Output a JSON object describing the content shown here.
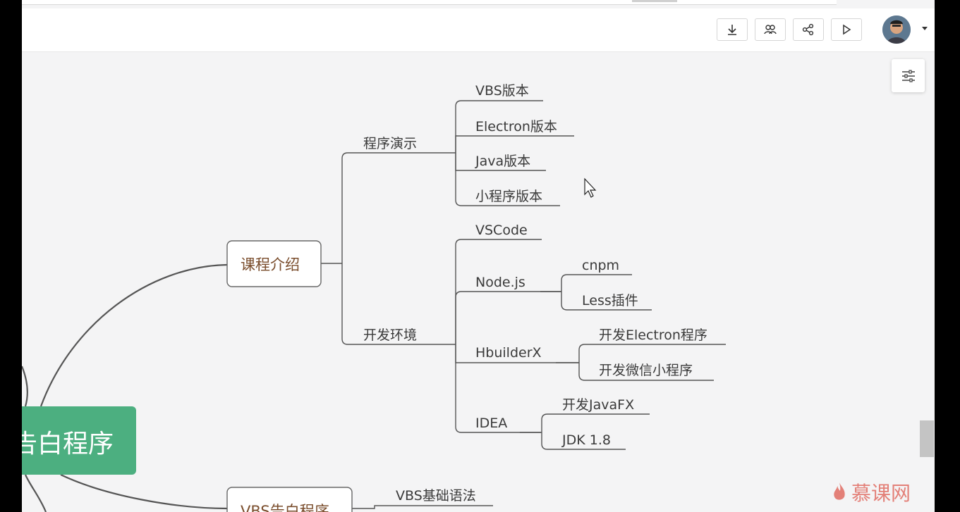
{
  "toolbar": {
    "buttons": [
      {
        "name": "download-button",
        "icon": "download-icon"
      },
      {
        "name": "collaborate-button",
        "icon": "users-icon"
      },
      {
        "name": "share-button",
        "icon": "share-icon"
      },
      {
        "name": "present-button",
        "icon": "play-icon"
      }
    ],
    "avatar_icon": "avatar-caret-icon",
    "settings_icon": "sliders-icon"
  },
  "mindmap": {
    "root": "告白程序",
    "topic1": {
      "label": "课程介绍",
      "sub1": {
        "label": "程序演示",
        "items": [
          "VBS版本",
          "Electron版本",
          "Java版本",
          "小程序版本"
        ]
      },
      "sub2": {
        "label": "开发环境",
        "items": {
          "vscode": "VSCode",
          "node": "Node.js",
          "node_children": [
            "cnpm",
            "Less插件"
          ],
          "hbuilder": "HbuilderX",
          "hbuilder_children": [
            "开发Electron程序",
            "开发微信小程序"
          ],
          "idea": "IDEA",
          "idea_children": [
            "开发JavaFX",
            "JDK 1.8"
          ]
        }
      }
    },
    "topic2": {
      "label": "VBS告白程序",
      "sub1": "VBS基础语法"
    }
  },
  "watermark": {
    "text": "慕课网"
  },
  "colors": {
    "root_fill": "#4caf80",
    "connector": "#555555",
    "topic_text": "#7a4d2c"
  }
}
